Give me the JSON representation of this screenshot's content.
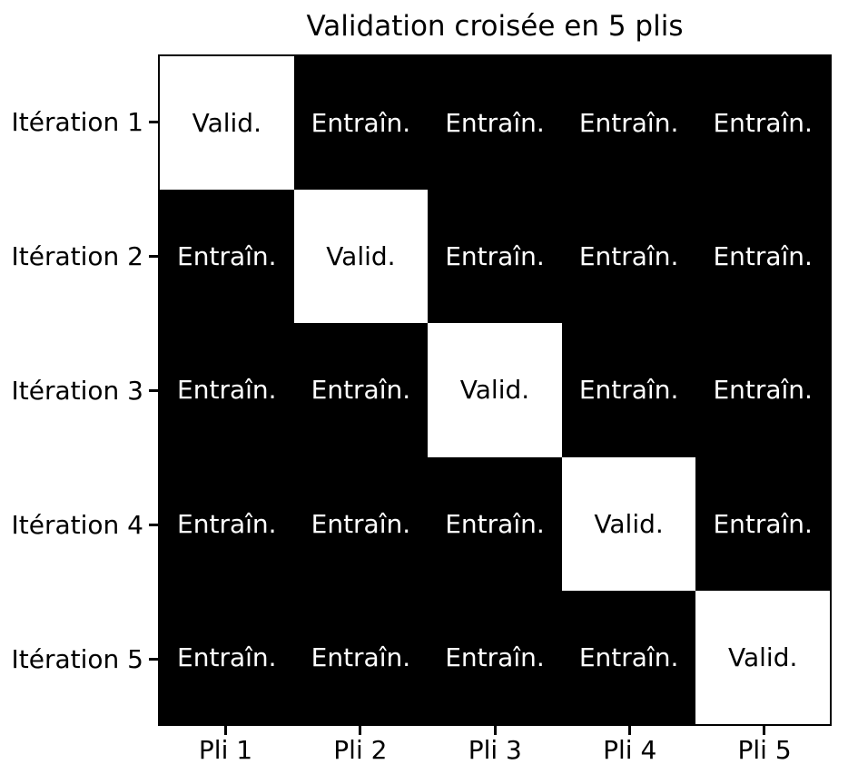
{
  "title": "Validation croisée en 5 plis",
  "chart_data": {
    "type": "heatmap",
    "title": "Validation croisée en 5 plis",
    "x_tick_labels": [
      "Pli 1",
      "Pli 2",
      "Pli 3",
      "Pli 4",
      "Pli 5"
    ],
    "y_tick_labels": [
      "Itération 1",
      "Itération 2",
      "Itération 3",
      "Itération 4",
      "Itération 5"
    ],
    "cells": [
      [
        "Valid.",
        "Entraîn.",
        "Entraîn.",
        "Entraîn.",
        "Entraîn."
      ],
      [
        "Entraîn.",
        "Valid.",
        "Entraîn.",
        "Entraîn.",
        "Entraîn."
      ],
      [
        "Entraîn.",
        "Entraîn.",
        "Valid.",
        "Entraîn.",
        "Entraîn."
      ],
      [
        "Entraîn.",
        "Entraîn.",
        "Entraîn.",
        "Valid.",
        "Entraîn."
      ],
      [
        "Entraîn.",
        "Entraîn.",
        "Entraîn.",
        "Entraîn.",
        "Valid."
      ]
    ],
    "values": [
      [
        1,
        0,
        0,
        0,
        0
      ],
      [
        0,
        1,
        0,
        0,
        0
      ],
      [
        0,
        0,
        1,
        0,
        0
      ],
      [
        0,
        0,
        0,
        1,
        0
      ],
      [
        0,
        0,
        0,
        0,
        1
      ]
    ],
    "colors": {
      "validation_cell": "#ffffff",
      "validation_text": "#000000",
      "training_cell": "#000000",
      "training_text": "#ffffff",
      "spine": "#000000"
    },
    "grid": false,
    "legend": null
  }
}
